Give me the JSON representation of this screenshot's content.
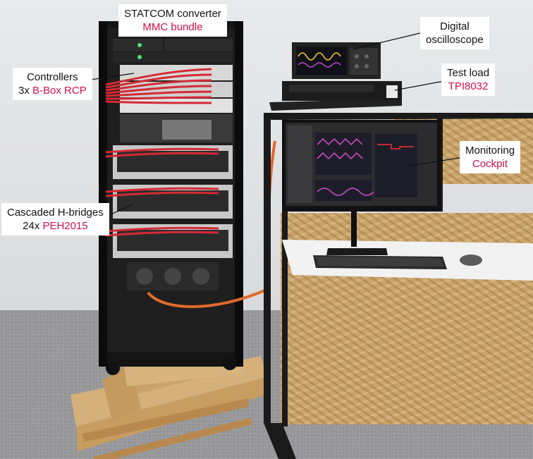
{
  "callouts": {
    "statcom": {
      "line1": "STATCOM converter",
      "line2": "MMC bundle"
    },
    "controllers": {
      "line1": "Controllers",
      "prefix": "3x ",
      "model": "B-Box RCP"
    },
    "hbridges": {
      "line1": "Cascaded H-bridges",
      "prefix": "24x ",
      "model": "PEH2015"
    },
    "oscilloscope": {
      "line1": "Digital",
      "line2": "oscilloscope"
    },
    "testload": {
      "line1": "Test load",
      "model": "TPI8032"
    },
    "monitoring": {
      "line1": "Monitoring",
      "model": "Cockpit"
    }
  },
  "colors": {
    "accent": "#d0104a",
    "cable_red": "#d42a34",
    "cable_orange": "#e06a2c"
  }
}
